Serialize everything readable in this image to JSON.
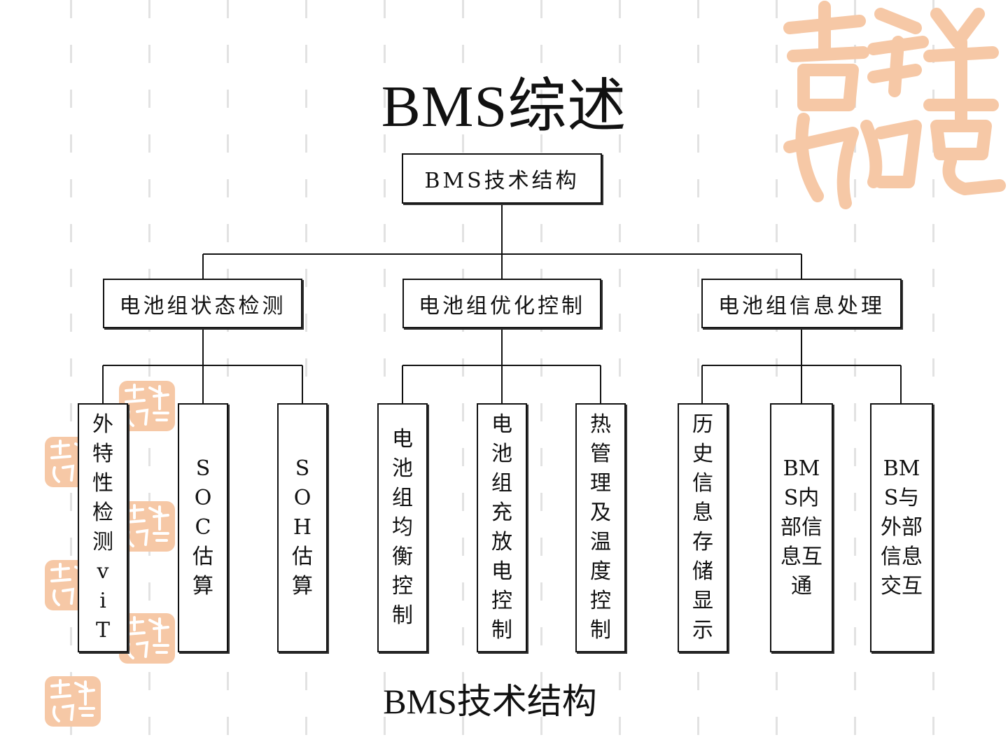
{
  "title": "BMS综述",
  "caption": "BMS技术结构",
  "root": {
    "label": "BMS技术结构"
  },
  "branches": [
    {
      "label": "电池组状态检测",
      "children": [
        "外特性检测v i T",
        "SOC估算",
        "SOH估算"
      ]
    },
    {
      "label": "电池组优化控制",
      "children": [
        "电池组均衡控制",
        "电池组充放电控制",
        "热管理及温度控制"
      ]
    },
    {
      "label": "电池组信息处理",
      "children": [
        "历史信息存储显示",
        "BMS内部信息互通",
        "BMS与外部信息交互"
      ]
    }
  ],
  "colors": {
    "seal": "#f6c8a6",
    "line": "#111111"
  }
}
